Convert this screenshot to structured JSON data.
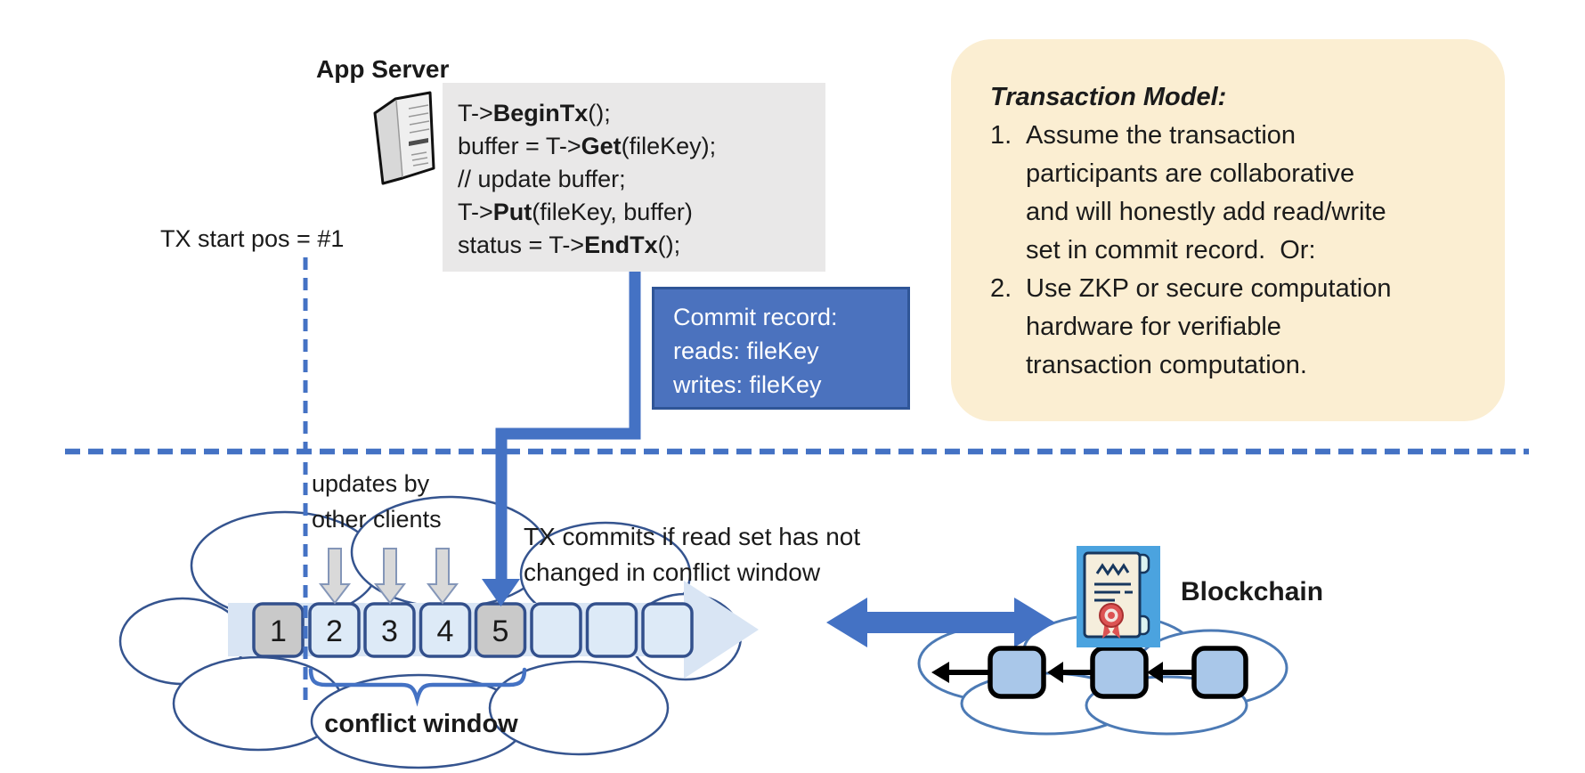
{
  "app_server": {
    "title": "App Server"
  },
  "code_block": {
    "lines": [
      {
        "pre": "T->",
        "bold": "BeginTx",
        "post": "();"
      },
      {
        "pre": "buffer = T->",
        "bold": "Get",
        "post": "(fileKey);"
      },
      {
        "pre": "// update buffer;",
        "bold": "",
        "post": ""
      },
      {
        "pre": "T->",
        "bold": "Put",
        "post": "(fileKey, buffer)"
      },
      {
        "pre": "status = T->",
        "bold": "EndTx",
        "post": "();"
      }
    ]
  },
  "tx_start": {
    "label": "TX start pos = #1"
  },
  "commit_record": {
    "lines": [
      "Commit record:",
      "reads: fileKey",
      "writes: fileKey"
    ]
  },
  "transaction_model": {
    "title": "Transaction Model:",
    "items": [
      {
        "number": "1.",
        "text": "Assume the transaction\nparticipants are collaborative\nand will honestly add read/write\nset in commit record.  Or:"
      },
      {
        "number": "2.",
        "text": "Use ZKP or secure computation\nhardware for verifiable\ntransaction computation."
      }
    ]
  },
  "timeline": {
    "updates_label": "updates by\nother clients",
    "commit_condition": "TX commits if read set has not\nchanged in conflict window",
    "conflict_window_label": "conflict window",
    "blocks": [
      "1",
      "2",
      "3",
      "4",
      "5",
      "",
      "",
      ""
    ]
  },
  "blockchain": {
    "label": "Blockchain"
  },
  "colors": {
    "accent_blue": "#4472C4",
    "commit_box_fill": "#4B72BE",
    "commit_box_border": "#2F5597",
    "code_box_fill": "#E9E8E8",
    "note_fill": "#FBEED2",
    "block_light_fill": "#DDEAF7",
    "block_gray_fill": "#C9C9C9",
    "block_border": "#33508C",
    "band_fill": "#D9E5F4",
    "chain_block_fill": "#A9C7E9",
    "left_cloud_stroke": "#35548F",
    "right_cloud_stroke": "#4C7AB5",
    "cert_icon_bg": "#4BA3DF",
    "cert_seal_red": "#DC5353"
  }
}
